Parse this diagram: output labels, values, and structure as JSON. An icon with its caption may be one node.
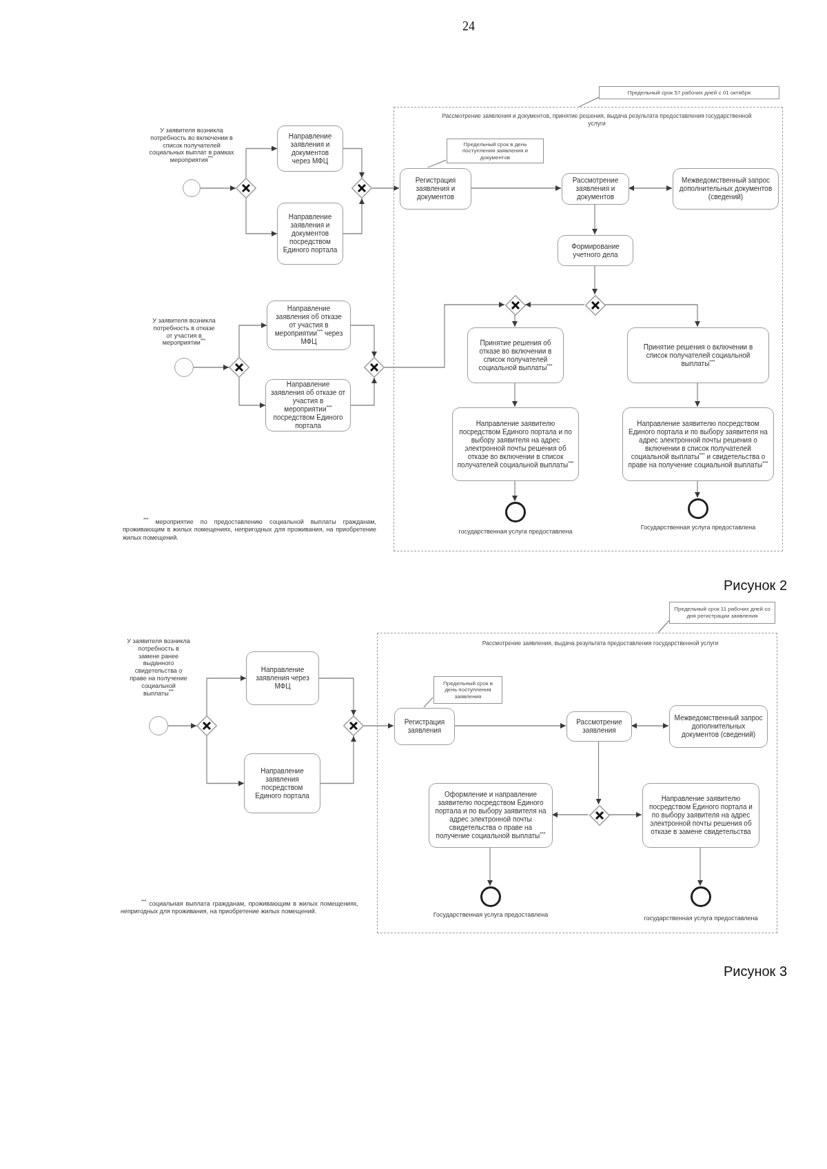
{
  "diagram": {
    "nodes": [
      {
        "text": [
          "Предельный срок 57 рабочих дней с 01 октября"
        ]
      },
      {
        "text": [],
        "shape": "circle",
        "beside": [
          "У заявителя возникла потребность во включении в список получателей социальных выплат в рамках мероприятия$^{***}$"
        ]
      },
      {
        "text": [],
        "shape": "diamond"
      },
      {
        "text": [
          "Направление заявления и документов через МФЦ"
        ]
      },
      {
        "text": [
          "Направление заявления и документов посредством Единого портала"
        ]
      },
      {
        "text": [],
        "shape": "diamond"
      },
      {
        "text": [
          "Рассмотрение заявления и документов, принятие решения, выдача результата предоставления государственной услуги"
        ]
      },
      {
        "text": [
          "Предельный срок в день поступления заявления и документов"
        ],
        "in": 6
      },
      {
        "text": [
          "Регистрация заявления и документов"
        ],
        "in": 6
      },
      {
        "text": [
          "Рассмотрение заявления и документов"
        ],
        "in": 6
      },
      {
        "text": [
          "Межведомственный запрос дополнительных документов (сведений)"
        ],
        "in": 6
      },
      {
        "text": [
          "Формирование учетного дела"
        ],
        "in": 6
      },
      {
        "text": [],
        "shape": "circle",
        "beside": [
          "У заявителя возникла потребность в отказе от участия в мероприятии$^{***}$"
        ]
      },
      {
        "text": [],
        "shape": "diamond"
      },
      {
        "text": [
          "Направление заявления об отказе от участия в мероприятии$^{***}$ через МФЦ"
        ]
      },
      {
        "text": [
          "Направление заявления об отказе от участия в мероприятии$^{***}$ посредством Единого портала"
        ]
      },
      {
        "text": [],
        "shape": "diamond"
      },
      {
        "text": [],
        "shape": "diamond",
        "in": 6
      },
      {
        "text": [],
        "shape": "diamond",
        "in": 6
      },
      {
        "text": [
          "Принятие решения об отказе во включении в список получателей социальной выплаты$^{***}$"
        ],
        "in": 6
      },
      {
        "text": [
          "Принятие решения о включении в список получателей социальной выплаты$^{***}$"
        ],
        "in": 6
      },
      {
        "text": [
          "Направление заявителю посредством Единого портала и по выбору заявителя на адрес электронной почты решения об отказе во включении в список получателей социальной выплаты$^{***}$"
        ],
        "in": 6
      },
      {
        "text": [
          "Направление заявителю посредством Единого портала и по выбору заявителя на адрес электронной почты решения о включении в список получателей социальной выплаты$^{***}$ и свидетельства о праве на получение социальной выплаты$^{***}$"
        ],
        "in": 6
      },
      {
        "text": [],
        "shape": "circle",
        "in": 6,
        "beside": [
          "государственная услуга предоставлена"
        ]
      },
      {
        "text": [],
        "shape": "circle",
        "in": 6,
        "beside": [
          "Государственная услуга предоставлена"
        ]
      },
      {
        "text": [
          "Предельный срок 11 рабочих дней со дня регистрации заявления"
        ]
      },
      {
        "text": [],
        "shape": "circle",
        "beside": [
          "У заявителя возникла потребность в замене ранее выданного свидетельства о праве на получение социальной выплаты$^{***}$"
        ]
      },
      {
        "text": [],
        "shape": "diamond"
      },
      {
        "text": [
          "Направление заявления через МФЦ"
        ]
      },
      {
        "text": [
          "Направление заявления посредством Единого портала"
        ]
      },
      {
        "text": [],
        "shape": "diamond"
      },
      {
        "text": [
          "Рассмотрение заявления, выдача результата предоставления государственной услуги"
        ]
      },
      {
        "text": [
          "Предельный срок в день поступления заявления"
        ],
        "in": 31
      },
      {
        "text": [
          "Регистрация заявления"
        ],
        "in": 31
      },
      {
        "text": [
          "Рассмотрение заявления"
        ],
        "in": 31
      },
      {
        "text": [
          "Межведомственный запрос дополнительных документов (сведений)"
        ],
        "in": 31
      },
      {
        "text": [
          "Оформление и направление заявителю посредством Единого портала и по выбору заявителя на адрес электронной почты свидетельства о праве на получение социальной выплаты$^{***}$"
        ],
        "in": 31
      },
      {
        "text": [],
        "shape": "diamond",
        "in": 31
      },
      {
        "text": [
          "Направление заявителю посредством Единого портала и по выбору заявителя на адрес электронной почты решения об отказе в замене свидетельства"
        ],
        "in": 31
      },
      {
        "text": [],
        "shape": "circle",
        "in": 31,
        "beside": [
          "Государственная услуга предоставлена"
        ]
      },
      {
        "text": [],
        "shape": "circle",
        "in": 31,
        "beside": [
          "государственная услуга предоставлена"
        ]
      }
    ],
    "edges": [
      {
        "from": 0,
        "to": 6,
        "arrow": "none"
      },
      {
        "from": 1,
        "to": 2,
        "arrow": "to"
      },
      {
        "from": 2,
        "to": 3,
        "arrow": "to"
      },
      {
        "from": 2,
        "to": 4,
        "arrow": "to"
      },
      {
        "from": 3,
        "to": 5,
        "arrow": "to"
      },
      {
        "from": 4,
        "to": 5,
        "arrow": "to"
      },
      {
        "from": 5,
        "to": 8,
        "arrow": "to"
      },
      {
        "from": 7,
        "to": 8,
        "arrow": "none"
      },
      {
        "from": 8,
        "to": 9,
        "arrow": "to"
      },
      {
        "from": 9,
        "to": 10,
        "arrow": "both"
      },
      {
        "from": 9,
        "to": 11,
        "arrow": "to"
      },
      {
        "from": 11,
        "to": 18,
        "arrow": "to"
      },
      {
        "from": 18,
        "to": 17,
        "arrow": "to"
      },
      {
        "from": 18,
        "to": 20,
        "arrow": "to"
      },
      {
        "from": 12,
        "to": 13,
        "arrow": "to"
      },
      {
        "from": 13,
        "to": 14,
        "arrow": "to"
      },
      {
        "from": 13,
        "to": 15,
        "arrow": "to"
      },
      {
        "from": 14,
        "to": 16,
        "arrow": "to"
      },
      {
        "from": 15,
        "to": 16,
        "arrow": "to"
      },
      {
        "from": 16,
        "to": 17,
        "arrow": "to"
      },
      {
        "from": 17,
        "to": 19,
        "arrow": "to"
      },
      {
        "from": 19,
        "to": 21,
        "arrow": "to"
      },
      {
        "from": 20,
        "to": 22,
        "arrow": "to"
      },
      {
        "from": 21,
        "to": 23,
        "arrow": "to"
      },
      {
        "from": 22,
        "to": 24,
        "arrow": "to"
      },
      {
        "from": 25,
        "to": 31,
        "arrow": "none"
      },
      {
        "from": 26,
        "to": 27,
        "arrow": "to"
      },
      {
        "from": 27,
        "to": 28,
        "arrow": "to"
      },
      {
        "from": 27,
        "to": 29,
        "arrow": "to"
      },
      {
        "from": 28,
        "to": 30,
        "arrow": "to"
      },
      {
        "from": 29,
        "to": 30,
        "arrow": "to"
      },
      {
        "from": 30,
        "to": 33,
        "arrow": "to"
      },
      {
        "from": 32,
        "to": 33,
        "arrow": "none"
      },
      {
        "from": 33,
        "to": 34,
        "arrow": "to"
      },
      {
        "from": 34,
        "to": 35,
        "arrow": "both"
      },
      {
        "from": 34,
        "to": 37,
        "arrow": "to"
      },
      {
        "from": 37,
        "to": 36,
        "arrow": "to"
      },
      {
        "from": 37,
        "to": 38,
        "arrow": "to"
      },
      {
        "from": 36,
        "to": 39,
        "arrow": "to"
      },
      {
        "from": 38,
        "to": 40,
        "arrow": "to"
      }
    ],
    "labels": [
      "24",
      "$^{***}$ мероприятие по предоставлению социальной выплаты гражданам, проживающим в жилых помещениях, непригодных для проживания, на приобретение жилых помещений.",
      "Рисунок 2",
      "$^{***}$ социальная выплата гражданам, проживающим в жилых помещениях, непригодных для проживания, на приобретение жилых помещений.",
      "Рисунок 3"
    ]
  }
}
